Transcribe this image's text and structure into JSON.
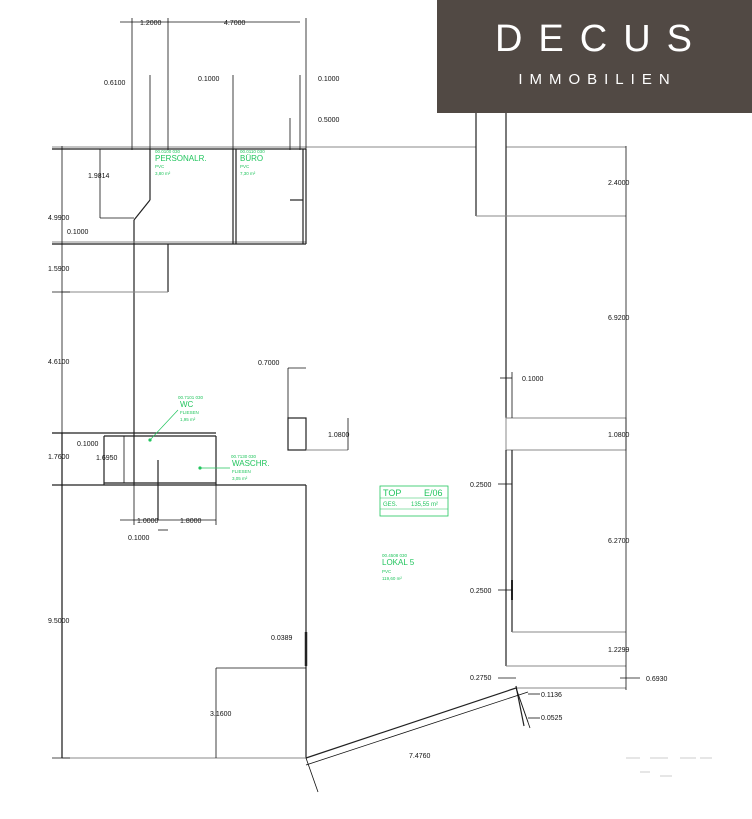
{
  "brand": {
    "name": "DECUS",
    "subtitle": "IMMOBILIEN",
    "color": "#514944"
  },
  "rooms": {
    "personal": {
      "code": "00.0100  030",
      "name": "PERSONALR.",
      "floor": "PVC",
      "area": "3,80  m²"
    },
    "buero": {
      "code": "00.0110  030",
      "name": "BÜRO",
      "floor": "PVC",
      "area": "7,30  m²"
    },
    "wc": {
      "code": "00.7101  030",
      "name": "WC",
      "floor": "FLIESEN",
      "area": "1,95  m²"
    },
    "waschr": {
      "code": "00.7130  030",
      "name": "WASCHR.",
      "floor": "FLIESEN",
      "area": "3,05  m²"
    },
    "lokal": {
      "code": "00.4508  030",
      "name": "LOKAL 5",
      "floor": "PVC",
      "area": "119,60  m²"
    },
    "top": {
      "label": "TOP",
      "number": "E/06",
      "ges_label": "GES.",
      "ges_value": "135,55 m²"
    }
  },
  "dimensions": {
    "d_1_2000": "1.2000",
    "d_4_7000": "4.7000",
    "d_0_6100": "0.6100",
    "d_0_1000_a": "0.1000",
    "d_0_1000_b": "0.1000",
    "d_0_5000": "0.5000",
    "d_1_9814": "1.9814",
    "d_4_9900": "4.9900",
    "d_0_1000_c": "0.1000",
    "d_1_5900": "1.5900",
    "d_4_6100": "4.6100",
    "d_0_7000": "0.7000",
    "d_1_0800_a": "1.0800",
    "d_0_1000_d": "0.1000",
    "d_1_6950": "1.6950",
    "d_1_7600": "1.7600",
    "d_1_0000": "1.0000",
    "d_1_8000": "1.8000",
    "d_0_1000_e": "0.1000",
    "d_9_5000": "9.5000",
    "d_0_0389": "0.0389",
    "d_3_1600": "3.1600",
    "d_7_4760": "7.4760",
    "d_2_4000": "2.4000",
    "d_6_9200": "6.9200",
    "d_0_1000_f": "0.1000",
    "d_1_0800_b": "1.0800",
    "d_0_2500_a": "0.2500",
    "d_6_2700": "6.2700",
    "d_0_2500_b": "0.2500",
    "d_1_2299": "1.2299",
    "d_0_2750": "0.2750",
    "d_0_6930": "0.6930",
    "d_0_1136": "0.1136",
    "d_0_0525": "0.0525"
  }
}
